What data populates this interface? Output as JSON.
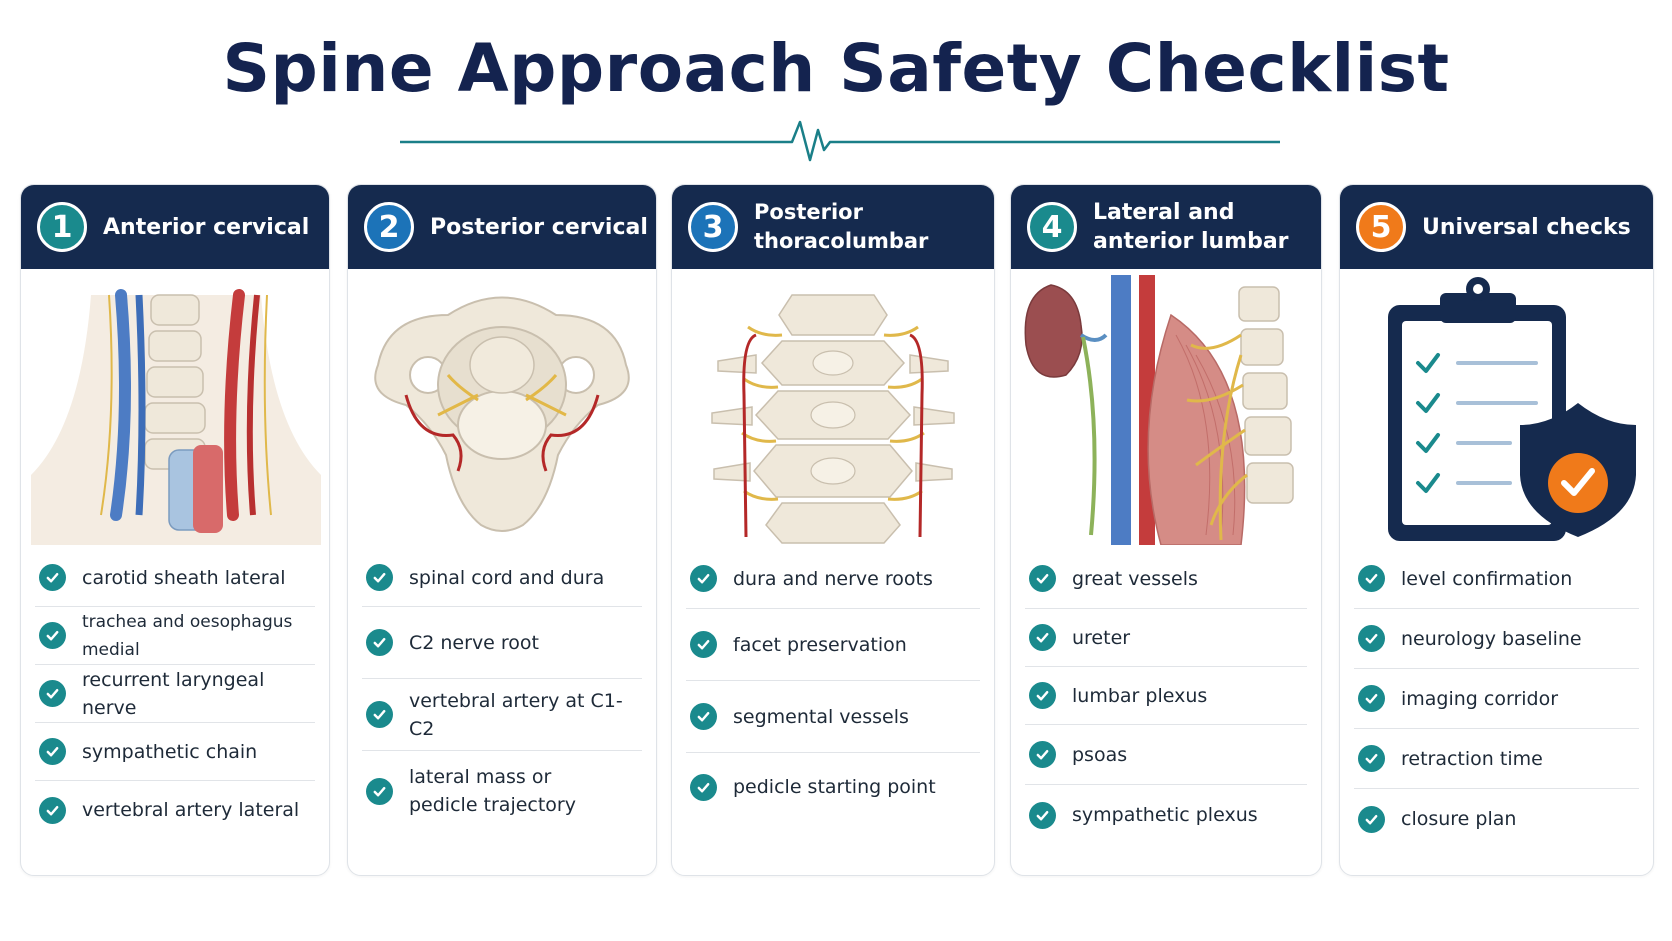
{
  "title": "Spine Approach Safety Checklist",
  "colors": {
    "navy": "#152a4e",
    "teal": "#1a8a8d",
    "blue_badge": "#1c73b8",
    "orange_badge": "#f07a1a"
  },
  "cards": [
    {
      "number": "1",
      "title": "Anterior cervical",
      "illustration": "anterior-cervical-anatomy-illustration",
      "items": [
        "carotid sheath lateral",
        "trachea and oesophagus medial",
        "recurrent laryngeal nerve",
        "sympathetic chain",
        "vertebral artery lateral"
      ]
    },
    {
      "number": "2",
      "title": "Posterior cervical",
      "illustration": "cervical-vertebra-illustration",
      "items": [
        "spinal cord and dura",
        "C2 nerve root",
        "vertebral artery at C1-C2",
        "lateral mass or\npedicle trajectory"
      ]
    },
    {
      "number": "3",
      "title": "Posterior thoracolumbar",
      "illustration": "thoracolumbar-spine-illustration",
      "items": [
        "dura and nerve roots",
        "facet preservation",
        "segmental vessels",
        "pedicle starting point"
      ]
    },
    {
      "number": "4",
      "title": "Lateral and\nanterior lumbar",
      "illustration": "lumbar-anatomy-illustration",
      "items": [
        "great vessels",
        "ureter",
        "lumbar plexus",
        "psoas",
        "sympathetic plexus"
      ]
    },
    {
      "number": "5",
      "title": "Universal checks",
      "illustration": "clipboard-shield-icon",
      "items": [
        "level confirmation",
        "neurology baseline",
        "imaging corridor",
        "retraction time",
        "closure plan"
      ]
    }
  ]
}
